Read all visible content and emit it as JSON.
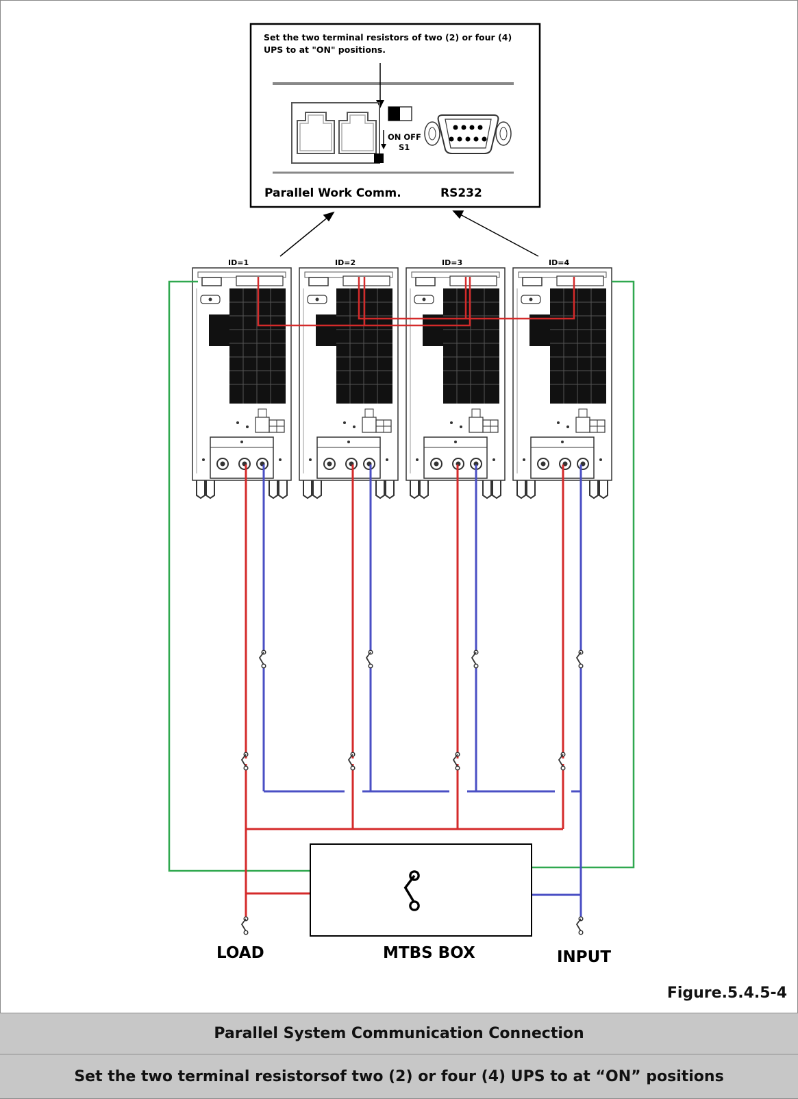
{
  "callout": {
    "instruction_line1": "Set the two terminal resistors of two (2) or four (4)",
    "instruction_line2": "UPS to at \"ON\" positions.",
    "switch_on_off": "ON OFF",
    "switch_name": "S1",
    "port_label_parallel": "Parallel Work Comm.",
    "port_label_rs232": "RS232"
  },
  "units": {
    "ids": [
      "ID=1",
      "ID=2",
      "ID=3",
      "ID=4"
    ]
  },
  "bottom_labels": {
    "load": "LOAD",
    "mtbs": "MTBS BOX",
    "input": "INPUT"
  },
  "figure_label": "Figure.5.4.5-4",
  "caption": {
    "title": "Parallel System Communication Connection",
    "subtitle": "Set the two terminal resistorsof two (2) or four (4) UPS to at “ON” positions"
  },
  "colors": {
    "load_wire": "#d42a2a",
    "input_wire": "#4a4fc4",
    "comm_wire": "#2fa84f",
    "parallel_link": "#d42a2a",
    "caption_bg": "#c7c7c7"
  }
}
